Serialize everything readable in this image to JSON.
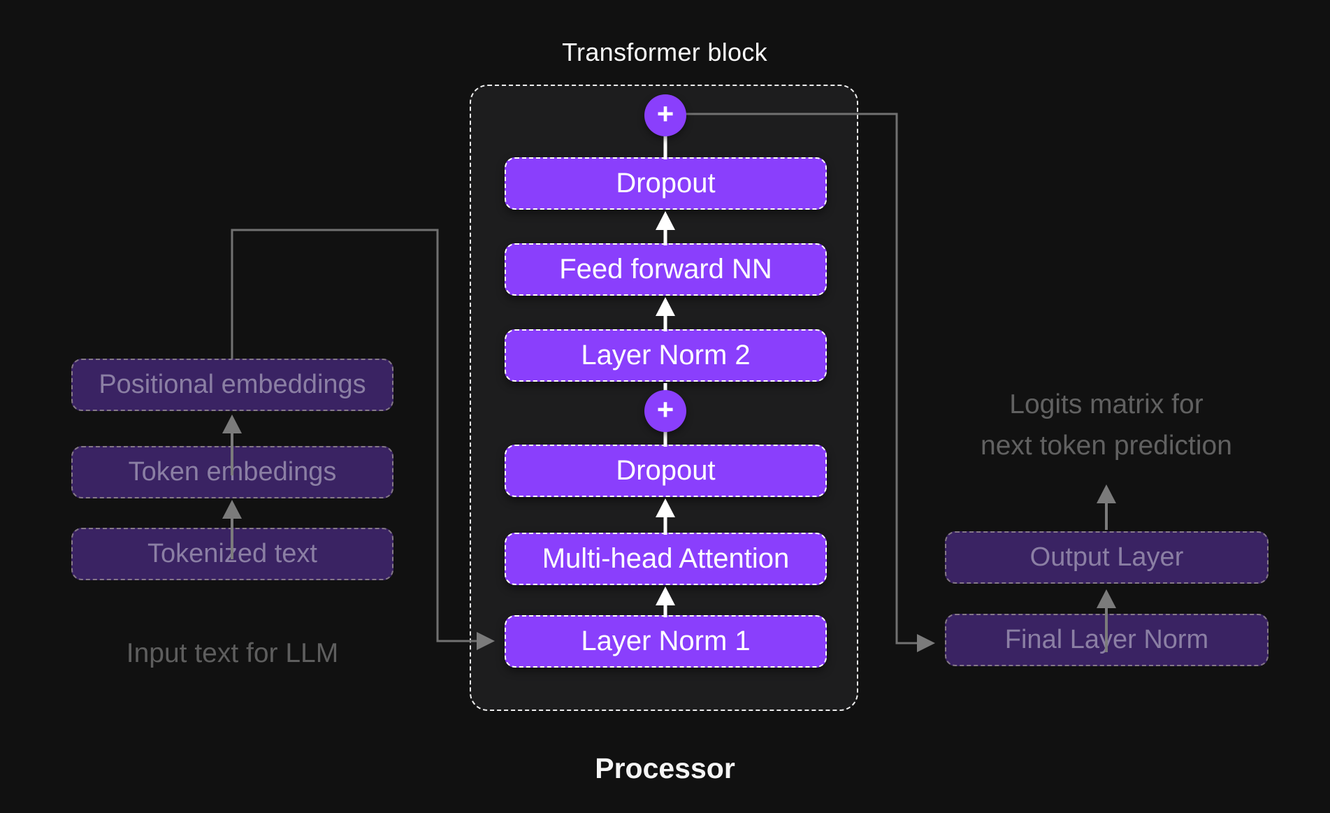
{
  "title": "Transformer block",
  "footer": {
    "processor_label": "Processor"
  },
  "transformer_block": {
    "plus_symbol": "+",
    "layers_top_to_bottom": [
      "Dropout",
      "Feed forward NN",
      "Layer Norm 2",
      "Dropout",
      "Multi-head Attention",
      "Layer Norm 1"
    ]
  },
  "input_pipeline": {
    "boxes_top_to_bottom": [
      "Positional embeddings",
      "Token embedings",
      "Tokenized text"
    ],
    "caption": "Input text for LLM"
  },
  "output_pipeline": {
    "boxes_top_to_bottom": [
      "Output Layer",
      "Final Layer Norm"
    ],
    "caption_line1": "Logits matrix for",
    "caption_line2": "next token prediction"
  },
  "colors": {
    "background": "#111111",
    "block_background": "#1d1d1e",
    "accent_purple": "#8a3ffc",
    "dark_purple": "#3a2363",
    "muted_lavender": "#8b7fa4",
    "line_gray": "#717171",
    "caption_gray": "#616161"
  }
}
